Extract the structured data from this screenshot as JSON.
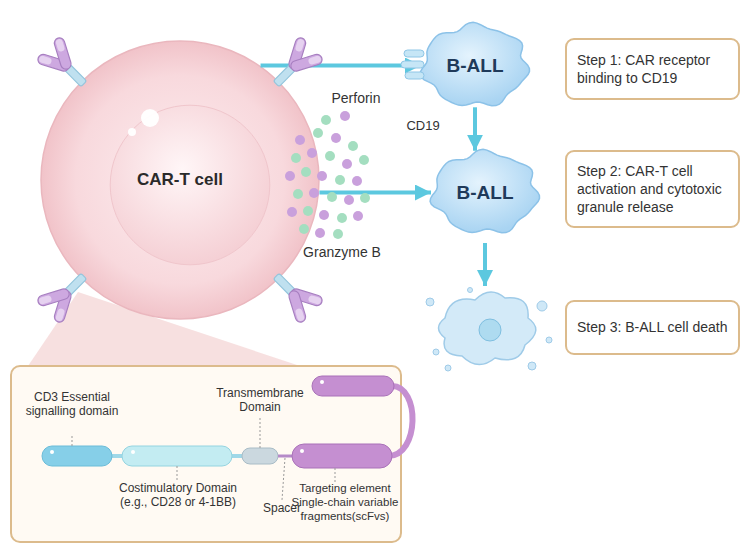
{
  "diagram": {
    "nodes": [
      {
        "text": [
          "CAR-T cell"
        ]
      },
      {
        "text": [
          "B-ALL"
        ]
      },
      {
        "text": [
          "Step 1: CAR receptor binding to CD19"
        ]
      },
      {
        "text": [
          "B-ALL"
        ]
      },
      {
        "text": [
          "Step 2: CAR-T cell activation and cytotoxic granule release"
        ]
      },
      {
        "text": [
          "Step 3: B-ALL cell death"
        ]
      }
    ],
    "edges": [
      {
        "from": 0,
        "to": 1,
        "arrow": "to"
      },
      {
        "from": 0,
        "to": 3,
        "arrow": "to"
      },
      {
        "from": 1,
        "to": 3,
        "arrow": "to"
      }
    ],
    "labels": [
      "CD19",
      "Perforin",
      "Granzyme B",
      "CD3 Essential signalling domain",
      "Transmembrane Domain",
      "Costimulatory Domain (e.g., CD28 or 4-1BB)",
      "Spacer",
      "Targeting element Single-chain variable fragments(scFvs)"
    ]
  }
}
